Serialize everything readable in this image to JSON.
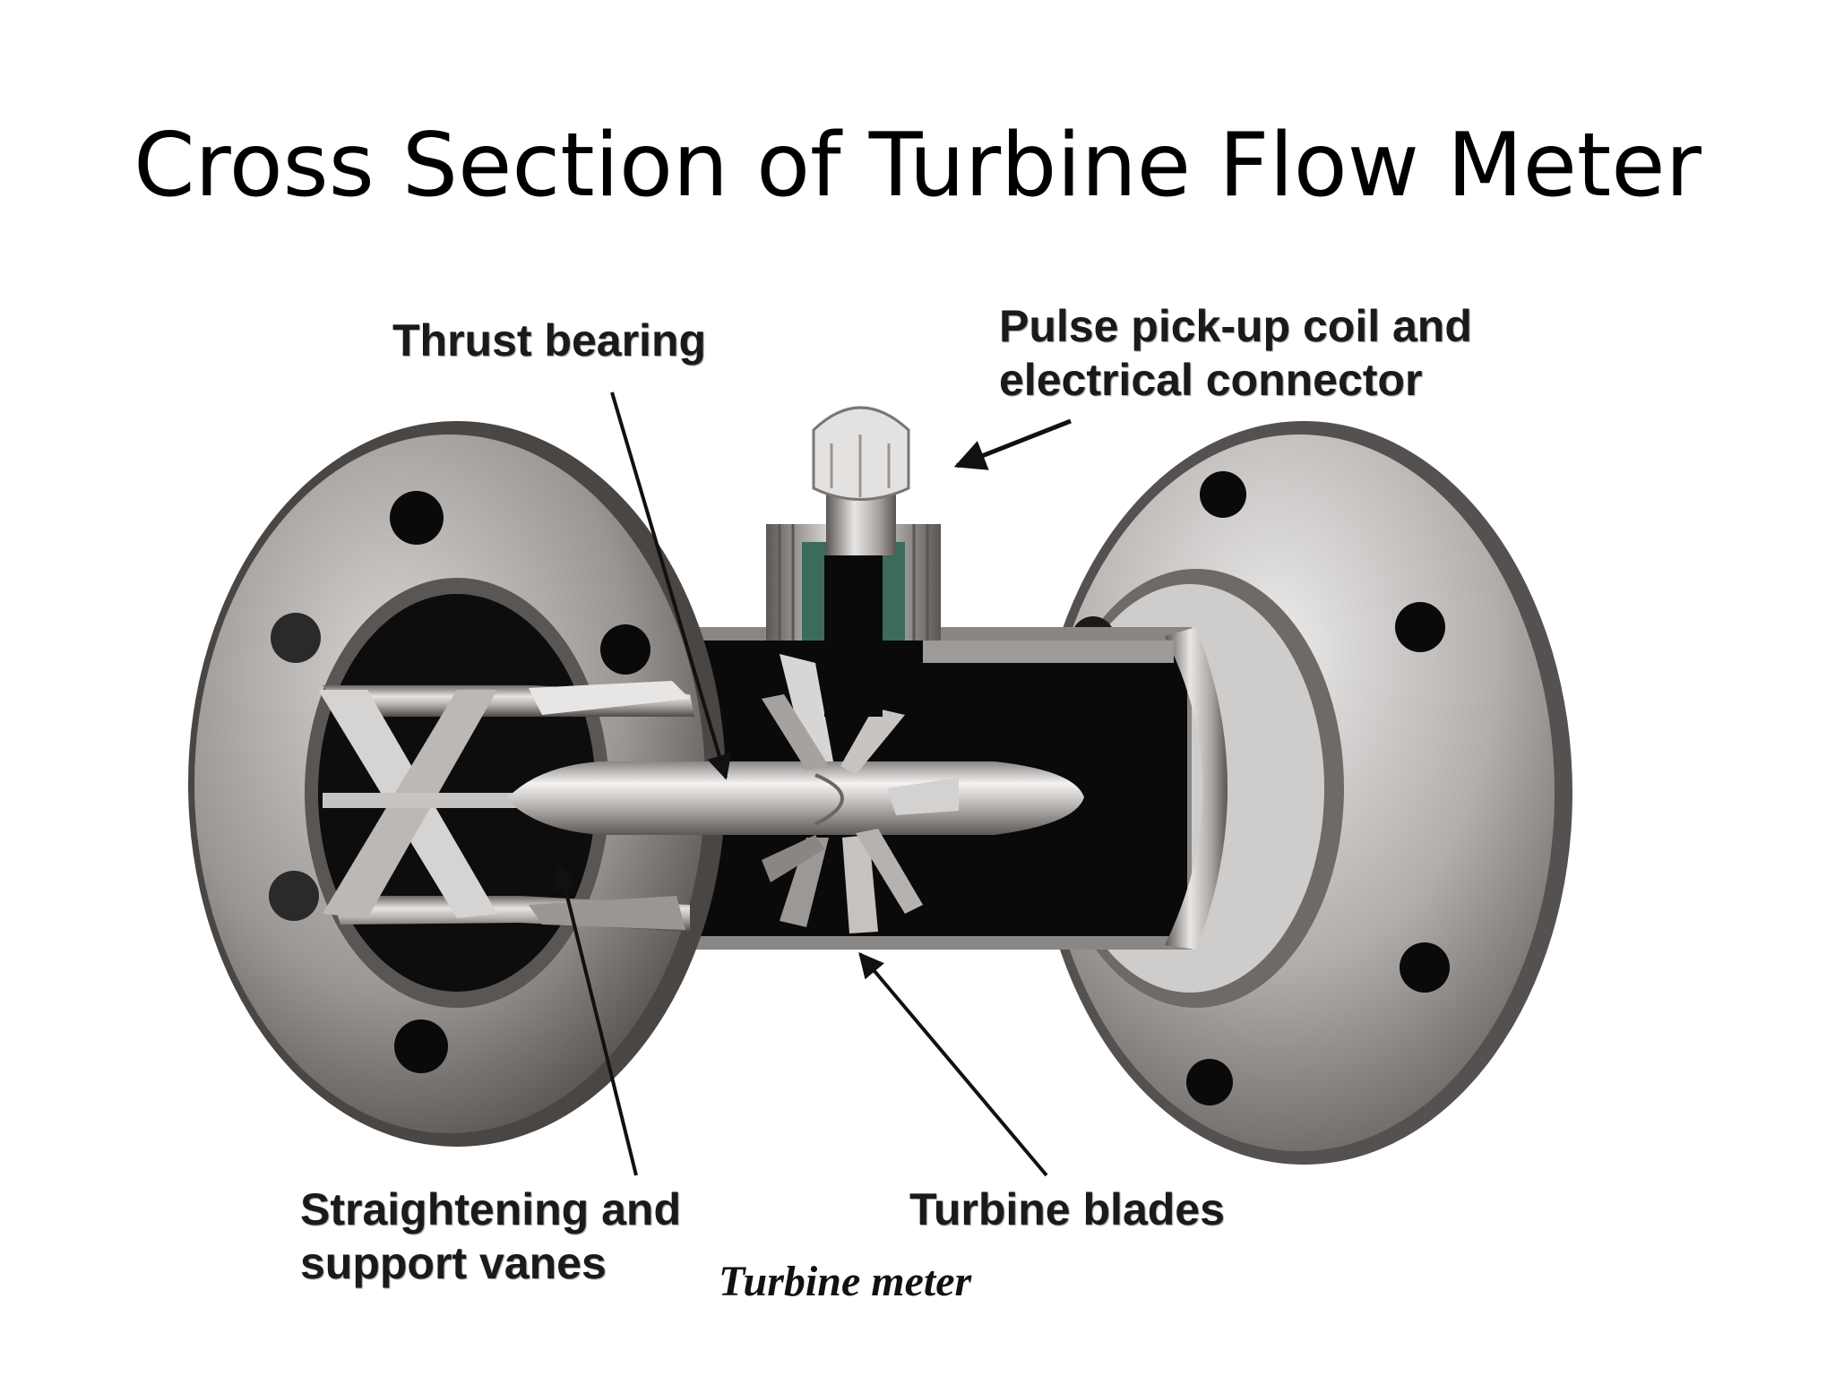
{
  "slide": {
    "title": "Cross Section of Turbine Flow Meter"
  },
  "labels": {
    "thrust_bearing": "Thrust bearing",
    "pulse_coil_line1": "Pulse pick-up coil and",
    "pulse_coil_line2": "electrical connector",
    "straightening_line1": "Straightening and",
    "straightening_line2": "support vanes",
    "turbine_blades": "Turbine blades"
  },
  "caption": "Turbine meter",
  "colors": {
    "metal_light": "#e4e2e0",
    "metal_mid": "#9b9795",
    "metal_dark": "#5e5a58",
    "cavity": "#0a0a0a",
    "seal_green": "#3c6b5c"
  }
}
